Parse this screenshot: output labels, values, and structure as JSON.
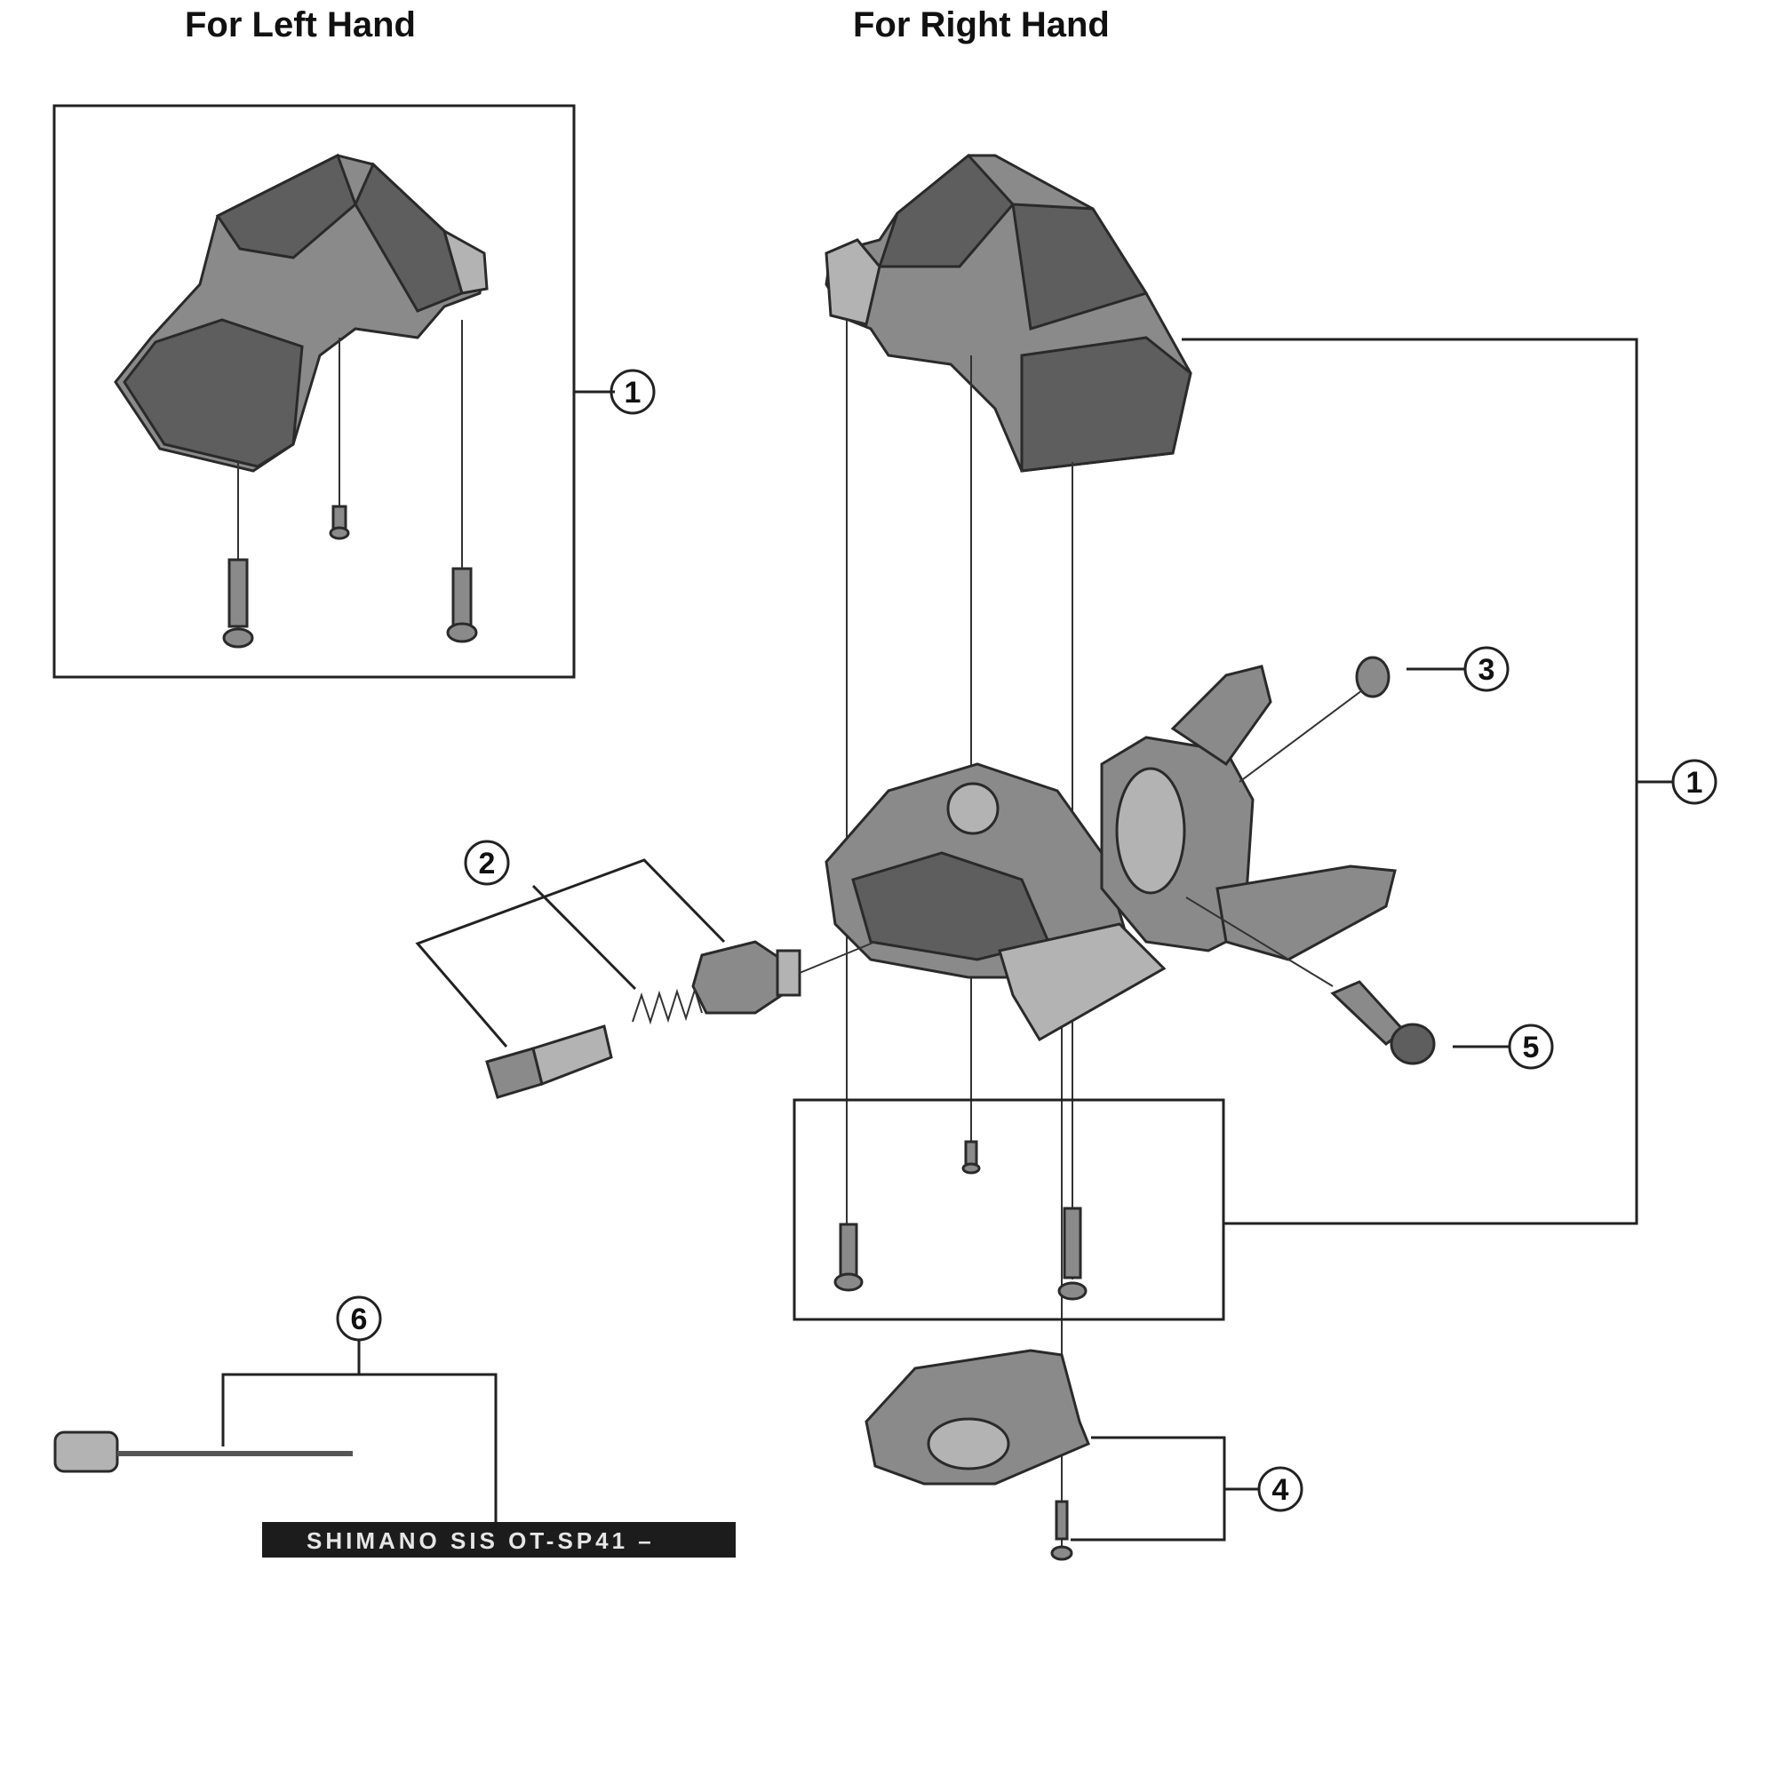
{
  "headings": {
    "left": "For Left Hand",
    "right": "For Right Hand"
  },
  "callouts": [
    "1",
    "1",
    "2",
    "3",
    "4",
    "5",
    "6"
  ],
  "cable_housing_text": "SHIMANO SIS  OT-SP41 –"
}
